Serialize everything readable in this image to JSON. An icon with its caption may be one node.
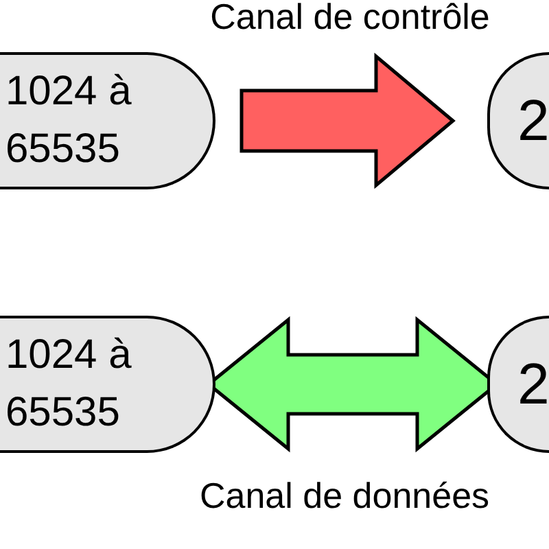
{
  "diagram": {
    "nodes": [
      {
        "text": [
          "1024 à 65535"
        ]
      },
      {
        "text": [
          "2"
        ]
      },
      {
        "text": [
          "1024 à 65535"
        ]
      },
      {
        "text": [
          "2"
        ]
      }
    ],
    "edges": [
      {
        "from": 0,
        "to": 1,
        "arrow": "to",
        "label": "Canal de contrôle",
        "style": "thick",
        "color": "#ff6060"
      },
      {
        "from": 2,
        "to": 3,
        "arrow": "both",
        "label": "Canal de données",
        "style": "thick",
        "color": "#80ff80"
      }
    ]
  }
}
